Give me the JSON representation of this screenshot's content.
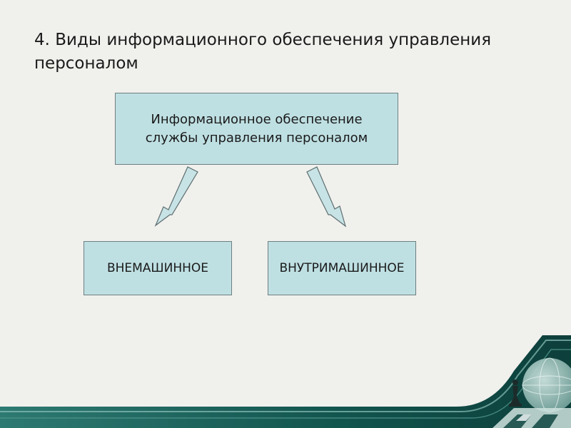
{
  "slide": {
    "title": "4. Виды информационного обеспечения управления персоналом",
    "root_box": {
      "line1": "Информационное обеспечение",
      "line2": "службы управления персоналом"
    },
    "children": [
      {
        "label": "ВНЕМАШИННОЕ"
      },
      {
        "label": "ВНУТРИМАШИННОЕ"
      }
    ]
  },
  "colors": {
    "background": "#f0f0ed",
    "box_fill": "#bfe0e3",
    "box_border": "#6e7f80",
    "arrow_fill": "#c7e3e5",
    "arrow_stroke": "#5e6e70",
    "decor_band": "#12544e"
  }
}
